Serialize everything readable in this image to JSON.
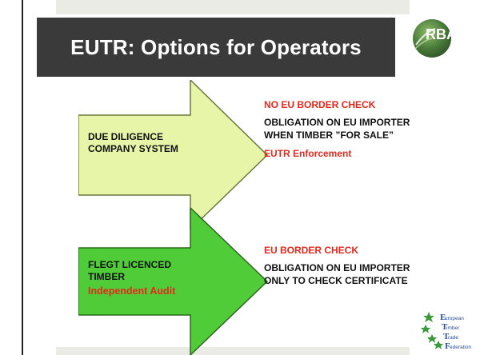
{
  "slide": {
    "title": "EUTR: Options for Operators",
    "logo_text": "RBA",
    "colors": {
      "title_bg": "#3a3a3a",
      "arrow1_fill": "#e6f5a8",
      "arrow2_fill": "#4fcc38",
      "accent_red": "#e8281c"
    }
  },
  "option1": {
    "arrow_label": "DUE DILIGENCE COMPANY SYSTEM",
    "red_header": "NO EU BORDER CHECK",
    "body": "OBLIGATION ON EU IMPORTER WHEN TIMBER ”FOR SALE”",
    "red_footer": "EUTR Enforcement"
  },
  "option2": {
    "arrow_label": "FLEGT LICENCED TIMBER",
    "arrow_sublabel": "Independent Audit",
    "red_header": "EU BORDER CHECK",
    "body": "OBLIGATION ON EU IMPORTER ONLY TO CHECK CERTIFICATE"
  },
  "etf_logo": {
    "line1": "uropean",
    "line2": "imber",
    "line3": "rade",
    "line4": "ederation",
    "initials": [
      "E",
      "T",
      "T",
      "F"
    ]
  }
}
